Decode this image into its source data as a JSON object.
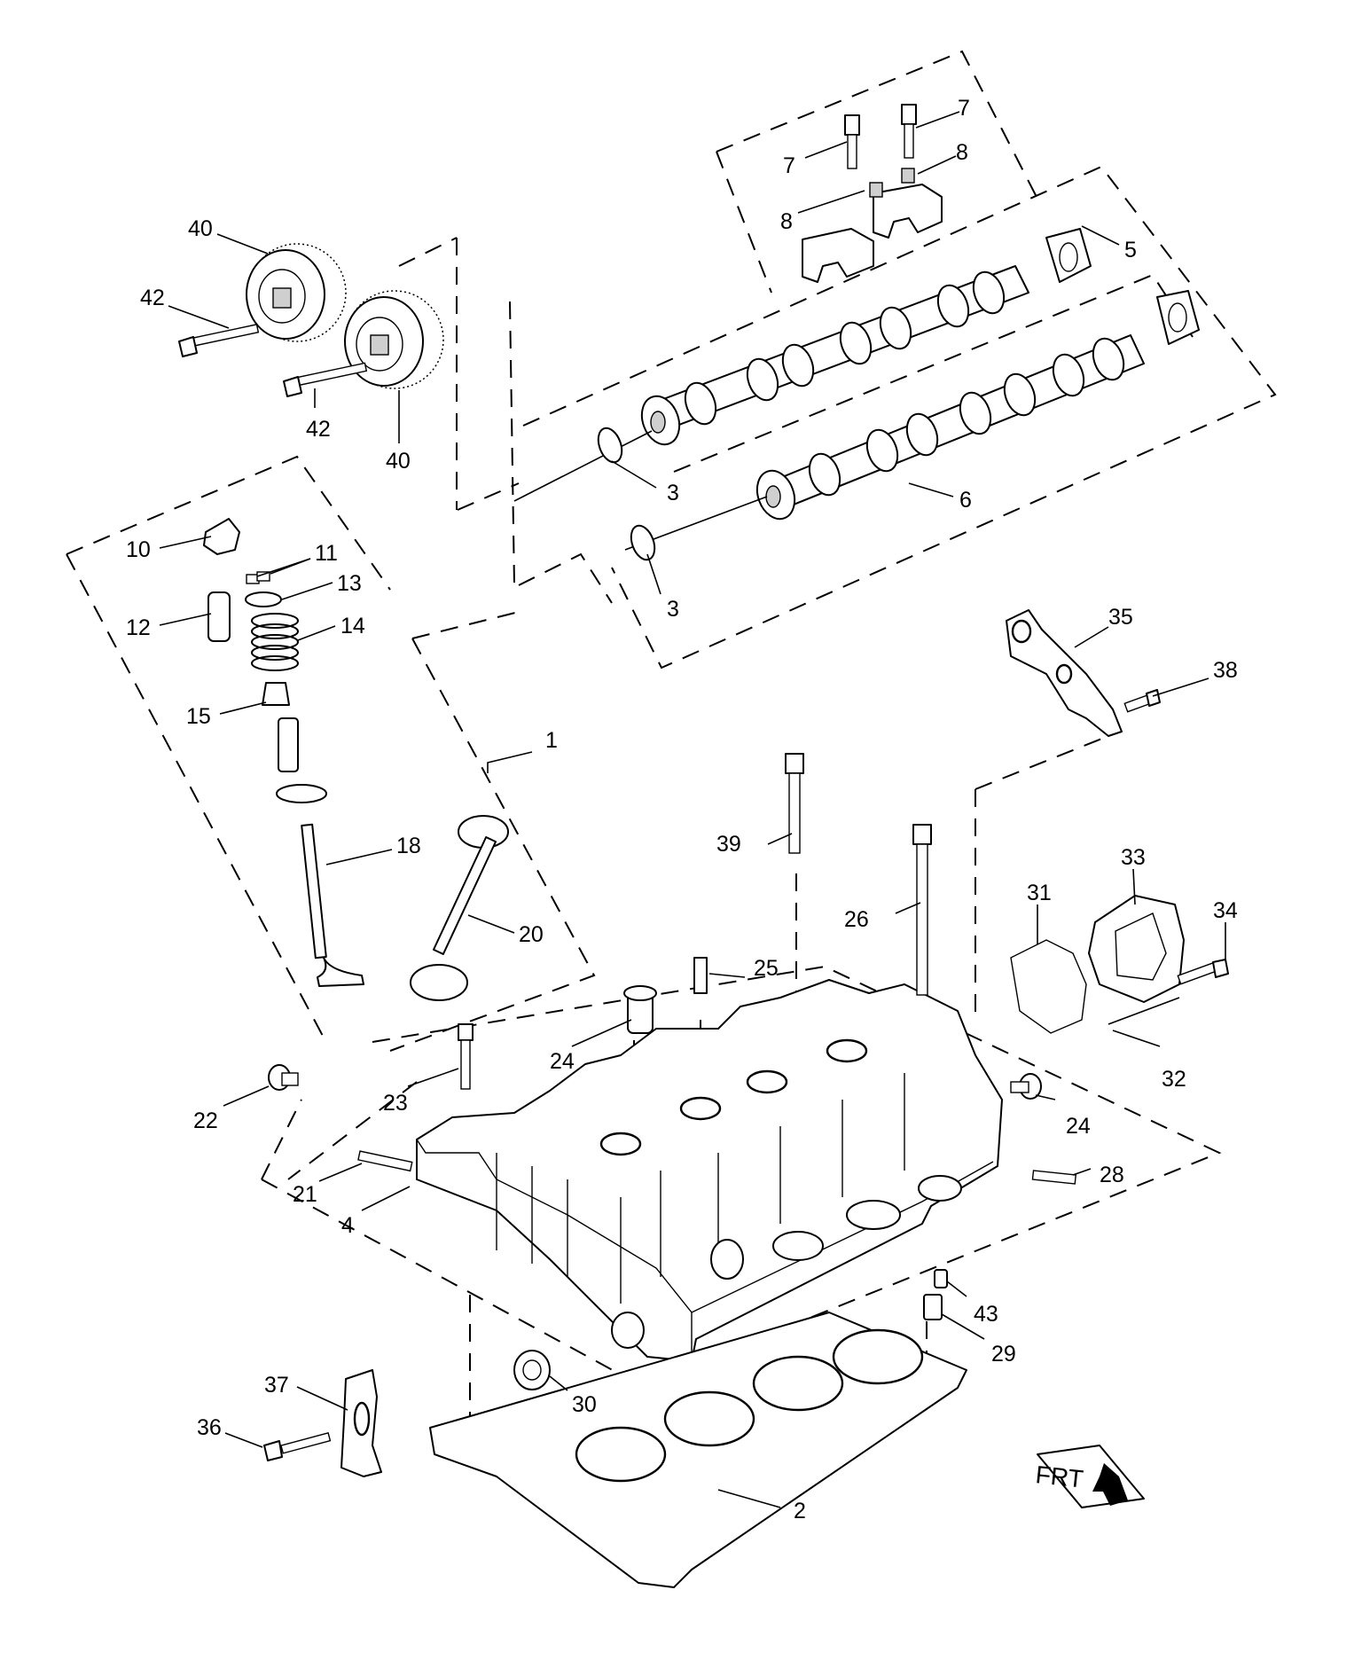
{
  "diagram": {
    "callouts": [
      {
        "id": "c40a",
        "text": "40"
      },
      {
        "id": "c42a",
        "text": "42"
      },
      {
        "id": "c42b",
        "text": "42"
      },
      {
        "id": "c40b",
        "text": "40"
      },
      {
        "id": "c7a",
        "text": "7"
      },
      {
        "id": "c7b",
        "text": "7"
      },
      {
        "id": "c8a",
        "text": "8"
      },
      {
        "id": "c8b",
        "text": "8"
      },
      {
        "id": "c5",
        "text": "5"
      },
      {
        "id": "c3a",
        "text": "3"
      },
      {
        "id": "c6",
        "text": "6"
      },
      {
        "id": "c3b",
        "text": "3"
      },
      {
        "id": "c10",
        "text": "10"
      },
      {
        "id": "c11",
        "text": "11"
      },
      {
        "id": "c13",
        "text": "13"
      },
      {
        "id": "c12",
        "text": "12"
      },
      {
        "id": "c14",
        "text": "14"
      },
      {
        "id": "c15",
        "text": "15"
      },
      {
        "id": "c1",
        "text": "1"
      },
      {
        "id": "c18",
        "text": "18"
      },
      {
        "id": "c20",
        "text": "20"
      },
      {
        "id": "c35",
        "text": "35"
      },
      {
        "id": "c38",
        "text": "38"
      },
      {
        "id": "c39",
        "text": "39"
      },
      {
        "id": "c33",
        "text": "33"
      },
      {
        "id": "c31",
        "text": "31"
      },
      {
        "id": "c34",
        "text": "34"
      },
      {
        "id": "c26",
        "text": "26"
      },
      {
        "id": "c25",
        "text": "25"
      },
      {
        "id": "c24a",
        "text": "24"
      },
      {
        "id": "c32",
        "text": "32"
      },
      {
        "id": "c22",
        "text": "22"
      },
      {
        "id": "c23",
        "text": "23"
      },
      {
        "id": "c24b",
        "text": "24"
      },
      {
        "id": "c28",
        "text": "28"
      },
      {
        "id": "c21",
        "text": "21"
      },
      {
        "id": "c4",
        "text": "4"
      },
      {
        "id": "c43",
        "text": "43"
      },
      {
        "id": "c29",
        "text": "29"
      },
      {
        "id": "c30",
        "text": "30"
      },
      {
        "id": "c37",
        "text": "37"
      },
      {
        "id": "c36",
        "text": "36"
      },
      {
        "id": "c2",
        "text": "2"
      }
    ],
    "front_indicator": "FRT"
  }
}
